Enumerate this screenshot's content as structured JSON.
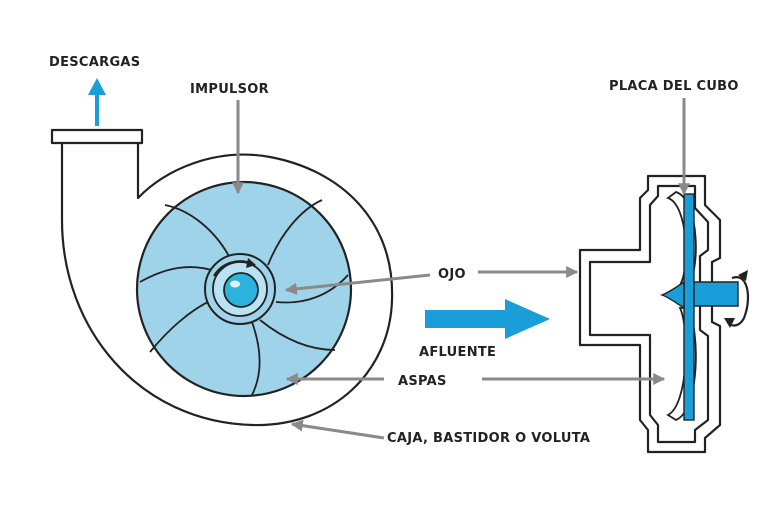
{
  "labels": {
    "discharge": "DESCARGAS",
    "impeller": "IMPULSOR",
    "hub_plate": "PLACA DEL CUBO",
    "eye": "OJO",
    "inflow": "AFLUENTE",
    "blades": "ASPAS",
    "casing": "CAJA, BASTIDOR O VOLUTA"
  },
  "colors": {
    "water_fill": "#9fd3ea",
    "accent_blue": "#1a9ed9",
    "eye_blue": "#2bb3dd",
    "leader_gray": "#8a8a8a",
    "outline": "#222222"
  }
}
